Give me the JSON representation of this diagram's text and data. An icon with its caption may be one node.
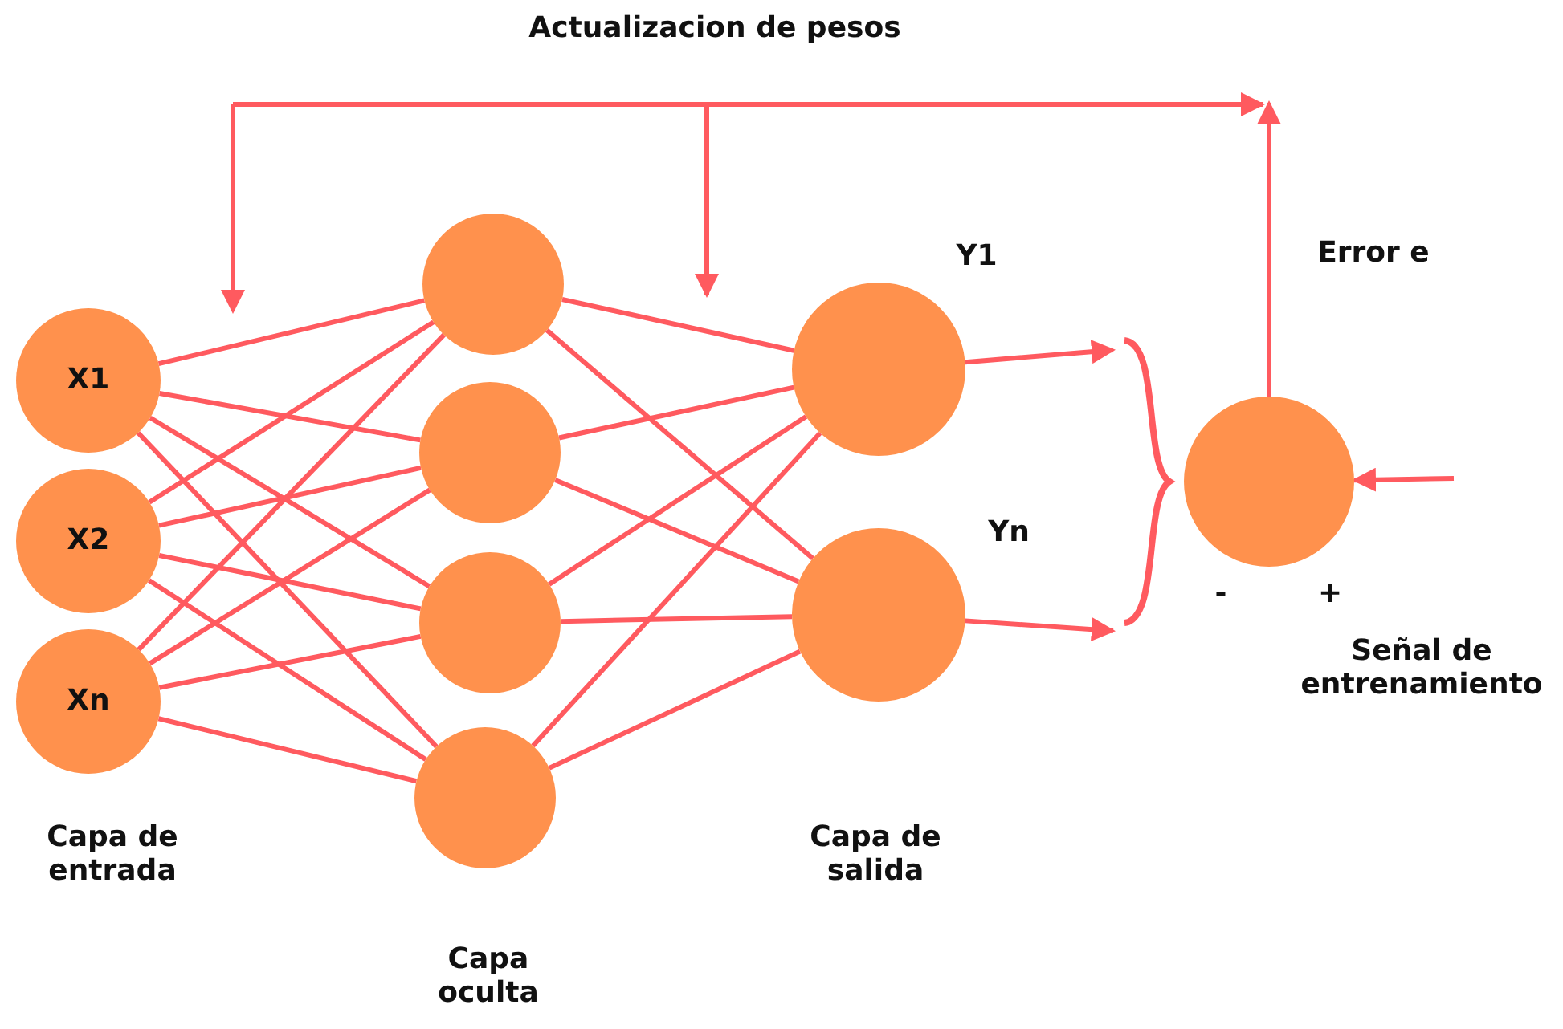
{
  "diagram": {
    "title": "Actualizacion de pesos",
    "nodes": [
      {
        "text": [
          "X1"
        ]
      },
      {
        "text": [
          "X2"
        ]
      },
      {
        "text": [
          "Xn"
        ]
      },
      {
        "text": [],
        "shape": "circle"
      },
      {
        "text": [],
        "shape": "circle"
      },
      {
        "text": [],
        "shape": "circle"
      },
      {
        "text": [],
        "shape": "circle"
      },
      {
        "text": [],
        "shape": "circle",
        "beside": [
          "Y1"
        ]
      },
      {
        "text": [],
        "shape": "circle",
        "beside": [
          "Yn"
        ]
      },
      {
        "text": [],
        "shape": "circle"
      }
    ],
    "edges": [
      {
        "from": 0,
        "to": 3,
        "arrow": "none"
      },
      {
        "from": 0,
        "to": 4,
        "arrow": "none"
      },
      {
        "from": 0,
        "to": 5,
        "arrow": "none"
      },
      {
        "from": 0,
        "to": 6,
        "arrow": "none"
      },
      {
        "from": 1,
        "to": 3,
        "arrow": "none"
      },
      {
        "from": 1,
        "to": 4,
        "arrow": "none"
      },
      {
        "from": 1,
        "to": 5,
        "arrow": "none"
      },
      {
        "from": 1,
        "to": 6,
        "arrow": "none"
      },
      {
        "from": 2,
        "to": 3,
        "arrow": "none"
      },
      {
        "from": 2,
        "to": 4,
        "arrow": "none"
      },
      {
        "from": 2,
        "to": 5,
        "arrow": "none"
      },
      {
        "from": 2,
        "to": 6,
        "arrow": "none"
      },
      {
        "from": 3,
        "to": 7,
        "arrow": "none"
      },
      {
        "from": 3,
        "to": 8,
        "arrow": "none"
      },
      {
        "from": 4,
        "to": 7,
        "arrow": "none"
      },
      {
        "from": 4,
        "to": 8,
        "arrow": "none"
      },
      {
        "from": 5,
        "to": 7,
        "arrow": "none"
      },
      {
        "from": 5,
        "to": 8,
        "arrow": "none"
      },
      {
        "from": 6,
        "to": 7,
        "arrow": "none"
      },
      {
        "from": 6,
        "to": 8,
        "arrow": "none"
      },
      {
        "from": 7,
        "to": 9,
        "arrow": "to"
      },
      {
        "from": 8,
        "to": 9,
        "arrow": "to"
      },
      {
        "from": null,
        "to": 9,
        "arrow": "to"
      },
      {
        "from": 9,
        "to": null,
        "arrow": "to"
      }
    ],
    "labels": [
      "Error e",
      "-",
      "+",
      "Señal de entrenamiento",
      "Capa de entrada",
      "Capa de salida",
      "Capa oculta"
    ]
  }
}
